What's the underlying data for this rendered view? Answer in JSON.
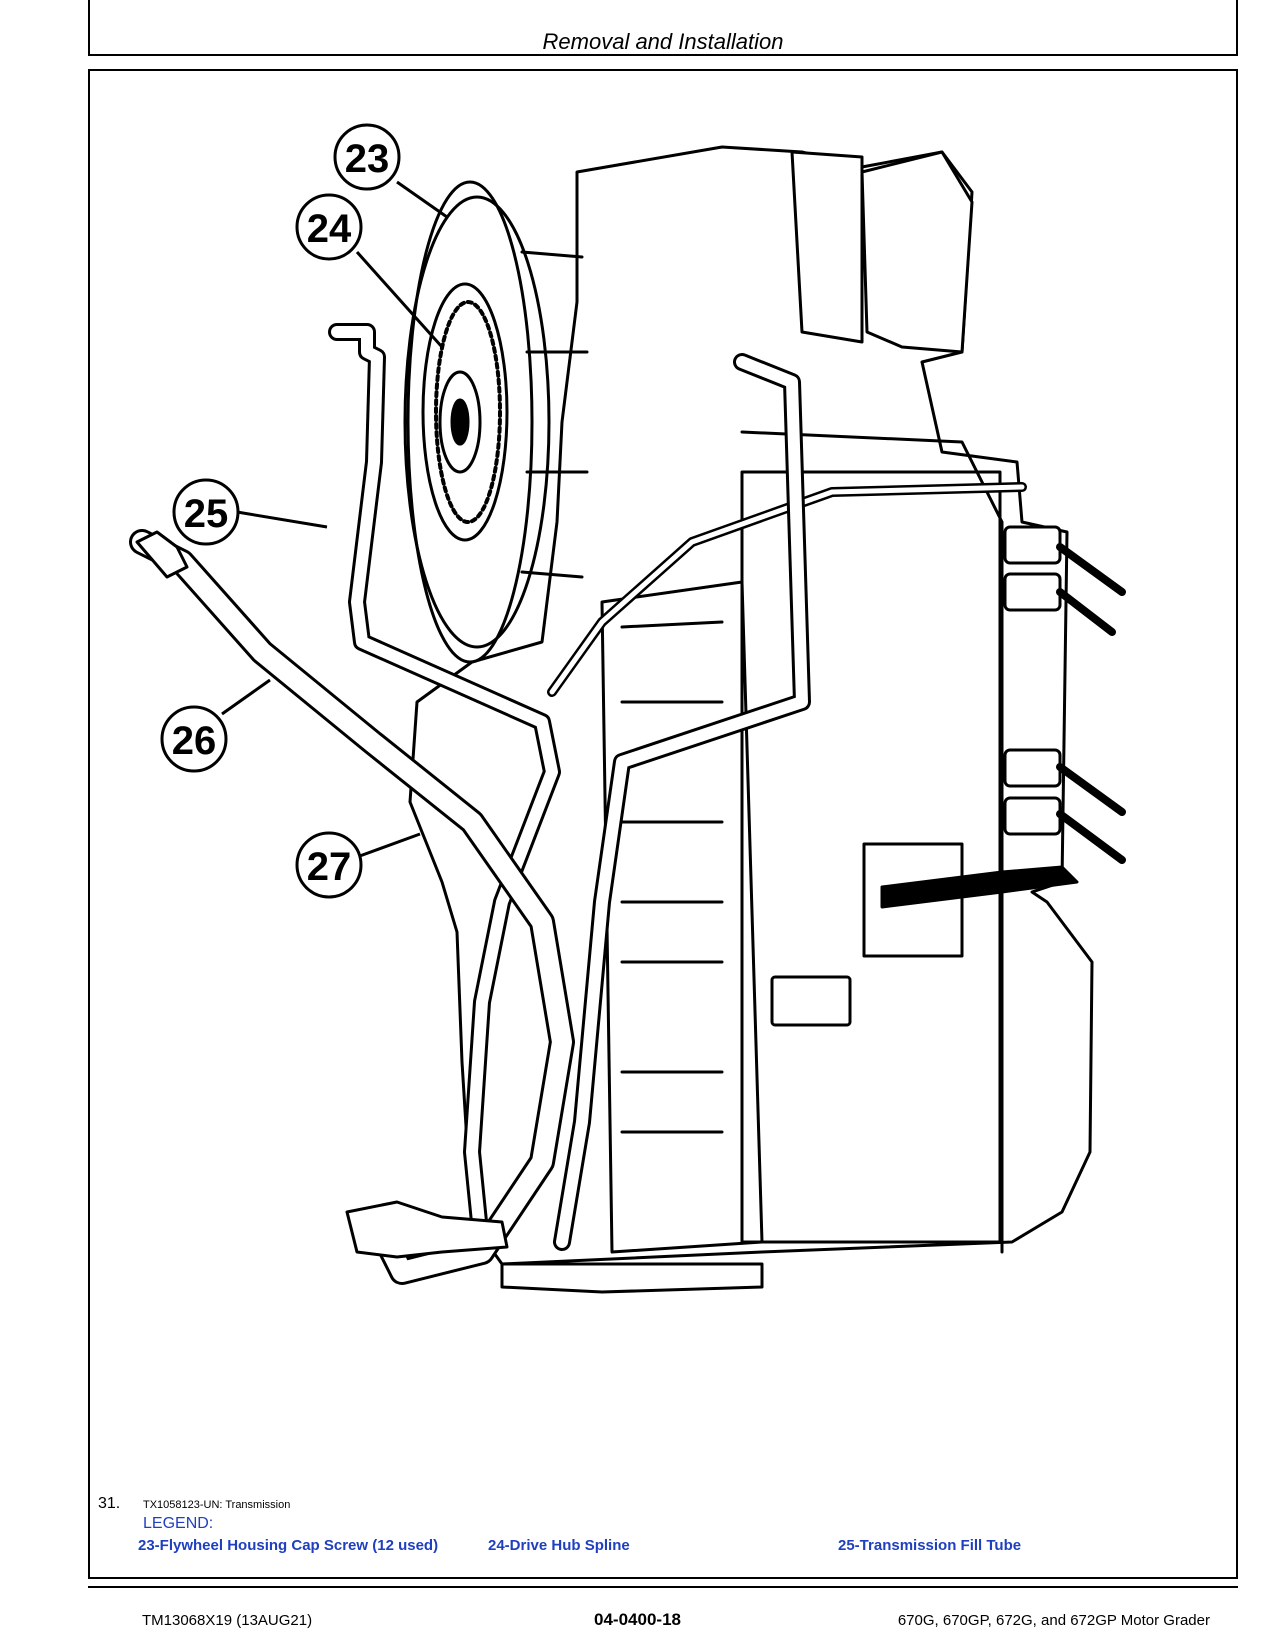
{
  "header": {
    "title": "Removal and Installation"
  },
  "figure": {
    "number": "31.",
    "caption": "TX1058123-UN: Transmission",
    "callouts": [
      "23",
      "24",
      "25",
      "26",
      "27"
    ]
  },
  "legend": {
    "title": "LEGEND:",
    "items": [
      "23-Flywheel Housing Cap Screw (12 used)",
      "24-Drive Hub Spline",
      "25-Transmission Fill Tube"
    ]
  },
  "footer": {
    "doc_id": "TM13068X19 (13AUG21)",
    "page": "04-0400-18",
    "models": "670G, 670GP, 672G, and 672GP Motor Grader"
  },
  "colors": {
    "legend_text": "#1f3fbf",
    "line": "#000000"
  }
}
